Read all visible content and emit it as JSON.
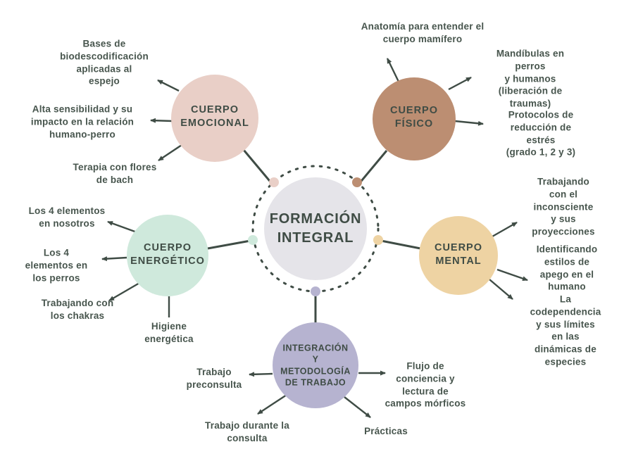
{
  "colors": {
    "background": "#ffffff",
    "line": "#3f4c45",
    "title_text": "#3f4c45",
    "label_text": "#47554d",
    "center_fill": "#e5e4e9"
  },
  "center": {
    "label": "FORMACIÓN\nINTEGRAL"
  },
  "nodes": {
    "emocional": {
      "label": "CUERPO\nEMOCIONAL",
      "color": "#e9cfc7",
      "branches": [
        "Bases de\nbiodescodificación\naplicadas al\nespejo",
        "Alta sensibilidad y su\nimpacto en la relación\nhumano-perro",
        "Terapia con flores\nde bach"
      ]
    },
    "fisico": {
      "label": "CUERPO\nFÍSICO",
      "color": "#bc8e72",
      "branches": [
        "Anatomía para entender el\ncuerpo mamífero",
        "Mandíbulas en perros\ny humanos\n(liberación de\ntraumas)",
        "Protocolos de\nreducción de estrés\n(grado 1, 2 y 3)"
      ]
    },
    "mental": {
      "label": "CUERPO\nMENTAL",
      "color": "#eed3a3",
      "branches": [
        "Trabajando con el\ninconsciente y sus\nproyecciones",
        "Identificando\nestilos de\napego en el\nhumano",
        "La codependencia\ny sus límites en las\ndinámicas de\nespecies"
      ]
    },
    "energetico": {
      "label": "CUERPO\nENERGÉTICO",
      "color": "#cfe9dc",
      "branches": [
        "Los 4 elementos\nen nosotros",
        "Los 4\nelementos en\nlos perros",
        "Trabajando con\nlos chakras",
        "Higiene\nenergética"
      ]
    },
    "integracion": {
      "label": "INTEGRACIÓN\nY\nMETODOLOGÍA\nDE TRABAJO",
      "color": "#b6b3d0",
      "branches": [
        "Trabajo\npreconsulta",
        "Trabajo durante la\nconsulta",
        "Flujo de\nconciencia y\nlectura de\ncampos mórficos",
        "Prácticas"
      ]
    }
  }
}
